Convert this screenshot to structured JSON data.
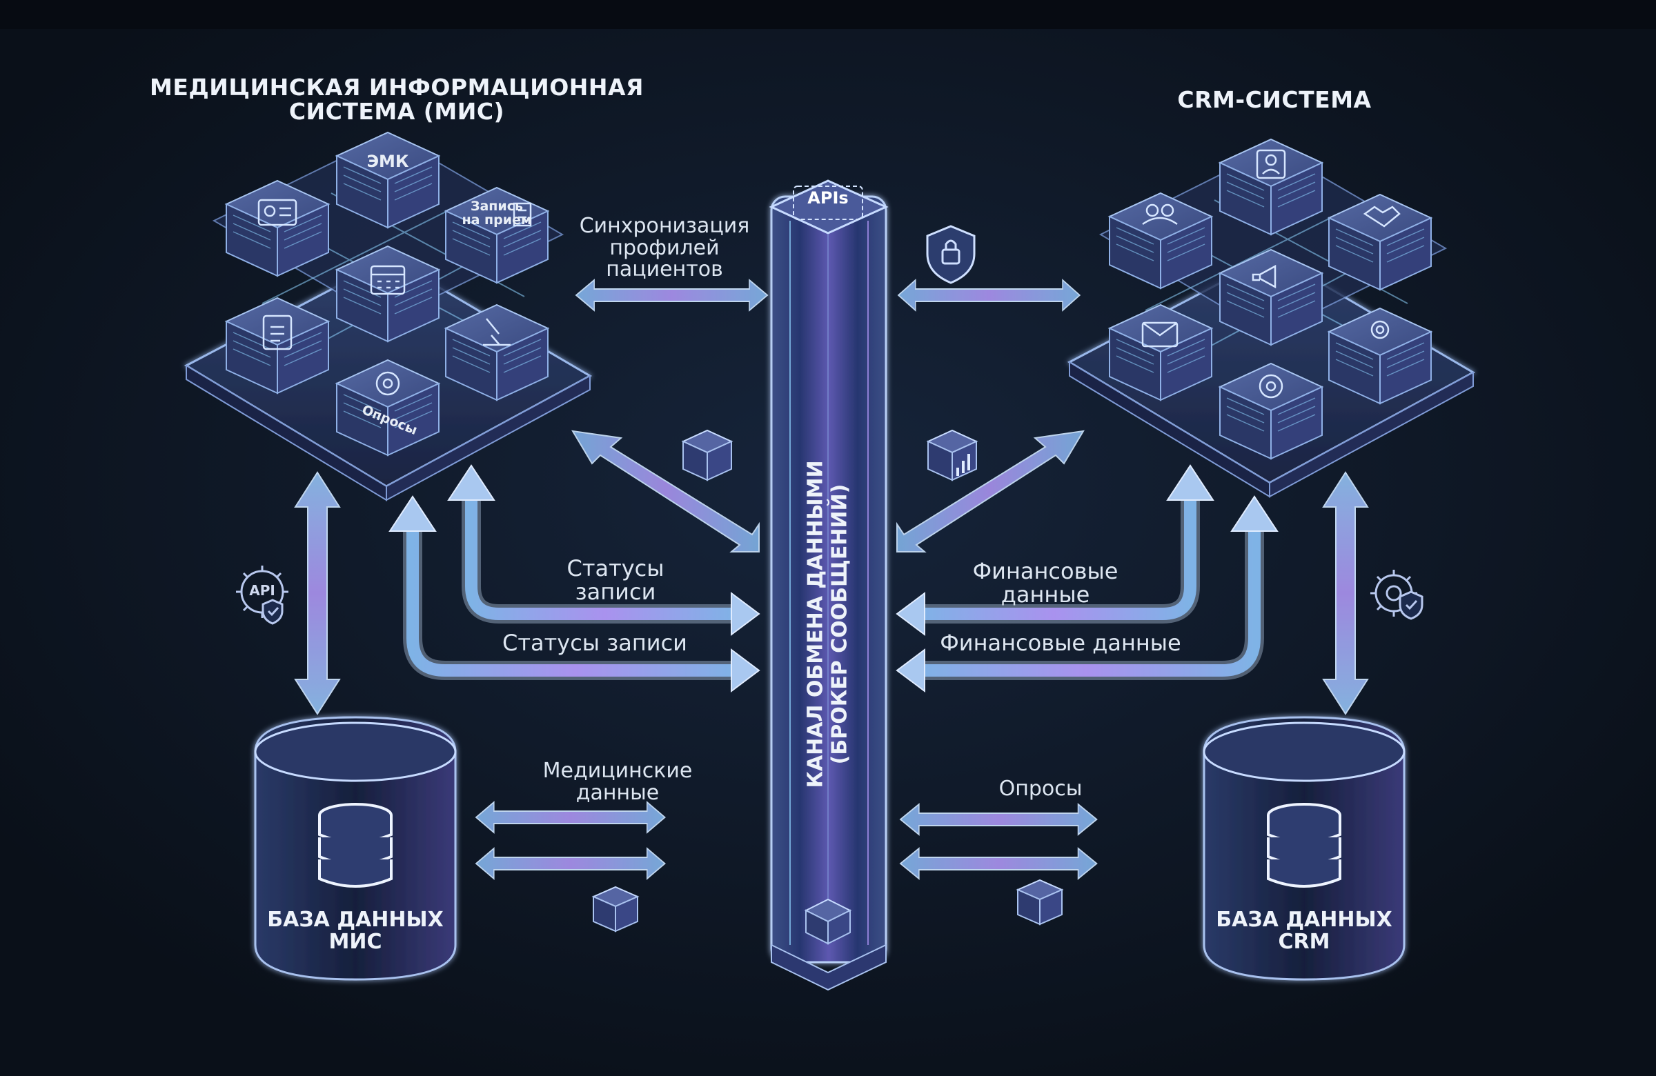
{
  "titles": {
    "mis": [
      "МЕДИЦИНСКАЯ ИНФОРМАЦИОННАЯ",
      "СИСТЕМА (МИС)"
    ],
    "crm": "CRM-СИСТЕМА"
  },
  "modules": {
    "emk": "ЭМК",
    "appointment": [
      "Запись",
      "на прием"
    ],
    "surveys": "Опросы"
  },
  "broker": {
    "api_label": "APIs",
    "title": [
      "КАНАЛ ОБМЕНА ДАННЫМИ",
      "(БРОКЕР СООБЩЕНИЙ)"
    ]
  },
  "flows": {
    "sync_profiles": [
      "Синхронизация",
      "профилей",
      "пациентов"
    ],
    "statuses_1": [
      "Статусы",
      "записи"
    ],
    "statuses_2": "Статусы записи",
    "finance_1": [
      "Финансовые",
      "данные"
    ],
    "finance_2": "Финансовые данные",
    "medical_data": [
      "Медицинские",
      "данные"
    ],
    "surveys": "Опросы"
  },
  "databases": {
    "mis": [
      "БАЗА ДАННЫХ",
      "МИС"
    ],
    "crm": [
      "БАЗА ДАННЫХ",
      "CRM"
    ]
  },
  "badges": {
    "api": "API"
  },
  "colors": {
    "background": "#0a1019",
    "glow_blue": "#8fd4ff",
    "glow_purple": "#a58cf0",
    "panel": "#3a4f7a"
  }
}
